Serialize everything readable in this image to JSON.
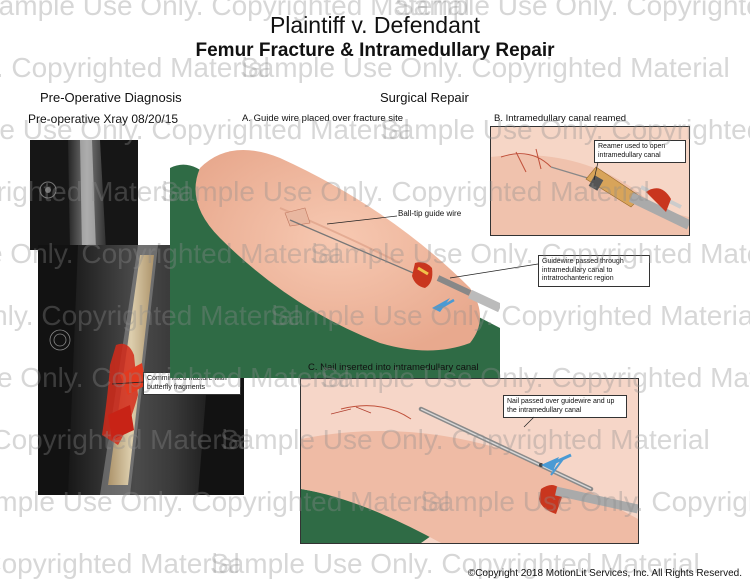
{
  "header": {
    "title": "Plaintiff v. Defendant",
    "subtitle": "Femur Fracture & Intramedullary Repair"
  },
  "left": {
    "heading": "Pre-Operative Diagnosis",
    "xray_label": "Pre-operative Xray 08/20/15",
    "fracture_callout": "Comminuted fracture with butterfly fragments"
  },
  "right": {
    "heading": "Surgical Repair",
    "step_a": "A. Guide wire placed over fracture site",
    "step_b": "B. Intramedullary canal reamed",
    "step_c": "C. Nail inserted into intramedullary canal",
    "callout_ball_tip": "Ball-tip guide wire",
    "callout_guidewire": "Guidewire passed through intramedullary canal to intratrochanteric region",
    "callout_reamer": "Reamer used to open intramedullary canal",
    "callout_nail": "Nail passed over guidewire and up the intramedullary canal"
  },
  "watermark": "Sample Use Only. Copyrighted Material",
  "footer": {
    "copyright": "©Copyright 2018 MotionLit Services, Inc. All Rights Reserved."
  }
}
